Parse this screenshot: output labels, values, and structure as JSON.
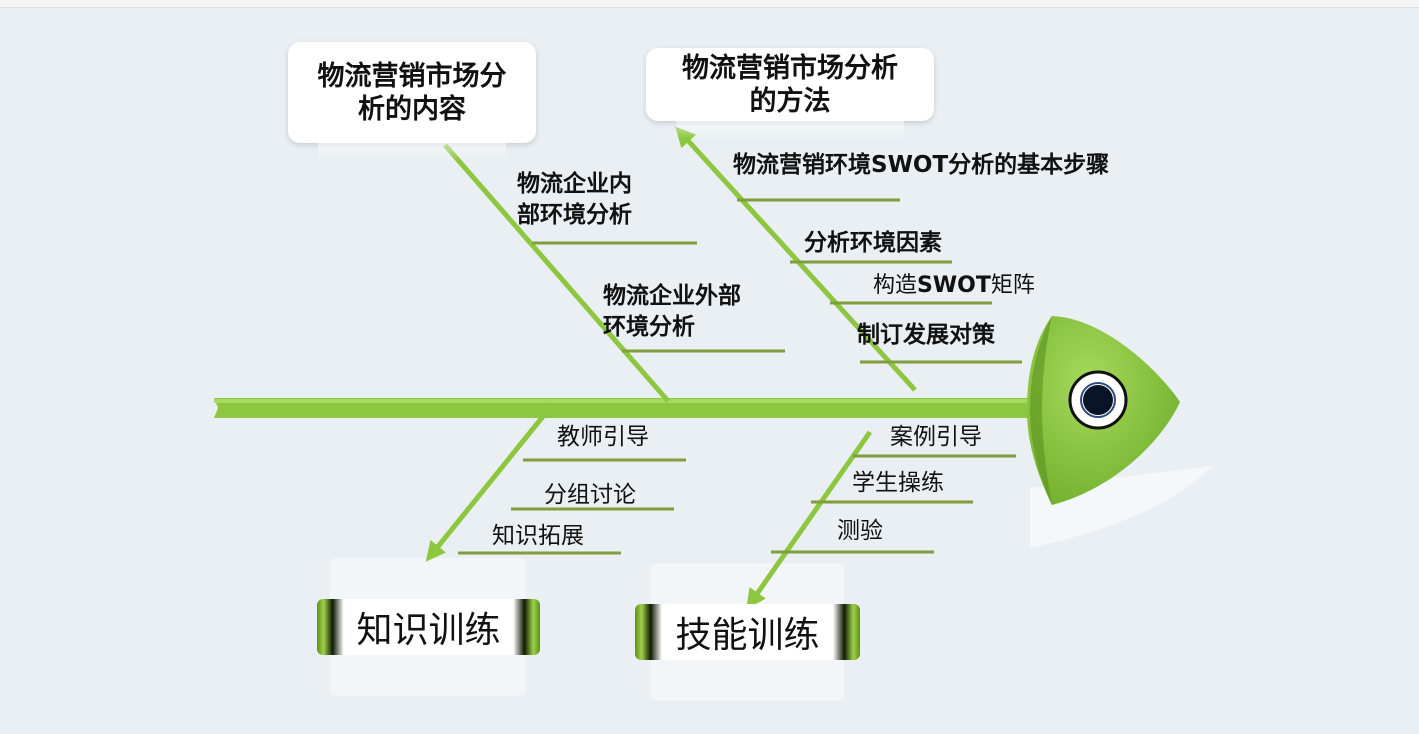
{
  "top_boxes": {
    "content": {
      "line1": "物流营销市场分",
      "line2": "析的内容"
    },
    "method": {
      "line1": "物流营销市场分析",
      "line2": "的方法"
    }
  },
  "content_branch": {
    "internal": {
      "line1": "物流企业内",
      "line2": "部环境分析"
    },
    "external": {
      "line1": "物流企业外部",
      "line2": "环境分析"
    }
  },
  "method_branch": {
    "steps": "物流营销环境SWOT分析的基本步骤",
    "factors": "分析环境因素",
    "matrix_pre": "构造",
    "matrix_mid": "SWOT",
    "matrix_post": "矩阵",
    "strategy": "制订发展对策"
  },
  "knowledge_branch": {
    "items": [
      "教师引导",
      "分组讨论",
      "知识拓展"
    ],
    "box": "知识训练"
  },
  "skill_branch": {
    "items": [
      "案例引导",
      "学生操练",
      "测验"
    ],
    "box": "技能训练"
  },
  "colors": {
    "spine": "#8dc63f",
    "underline": "#7f9e3c",
    "head": "#8dc63f"
  }
}
